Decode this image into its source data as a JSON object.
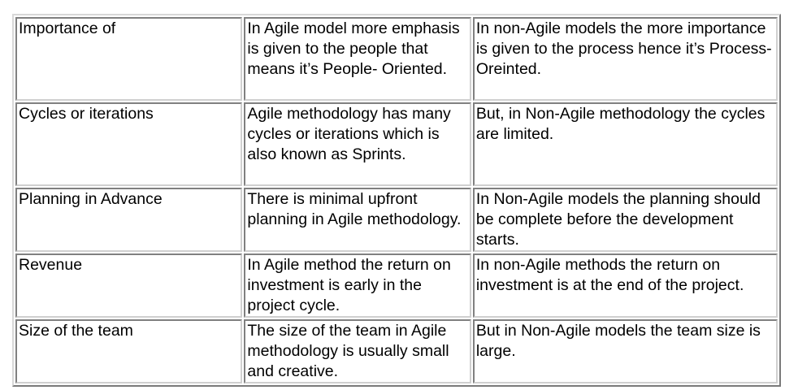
{
  "table": {
    "rows": [
      {
        "aspect": "Importance of",
        "agile": "In Agile model more emphasis is given to the people that means it’s People- Oriented.",
        "non_agile": "In non-Agile models the more importance is given to the process hence it’s Process- Oreinted."
      },
      {
        "aspect": "Cycles or iterations",
        "agile": "Agile methodology has many cycles or iterations which is also known as Sprints.",
        "non_agile": "But, in Non-Agile methodology the cycles are limited."
      },
      {
        "aspect": "Planning in Advance",
        "agile": "There is minimal upfront planning in Agile methodology.",
        "non_agile": "In Non-Agile models the planning should be complete before the development starts."
      },
      {
        "aspect": "Revenue",
        "agile": "In Agile method the return on investment is early in the project cycle.",
        "non_agile": "In non-Agile methods the return on investment is at the end of the project."
      },
      {
        "aspect": "Size of the team",
        "agile": "The size of the team in Agile methodology is usually small and creative.",
        "non_agile": "But in Non-Agile models the team size is large."
      }
    ]
  }
}
